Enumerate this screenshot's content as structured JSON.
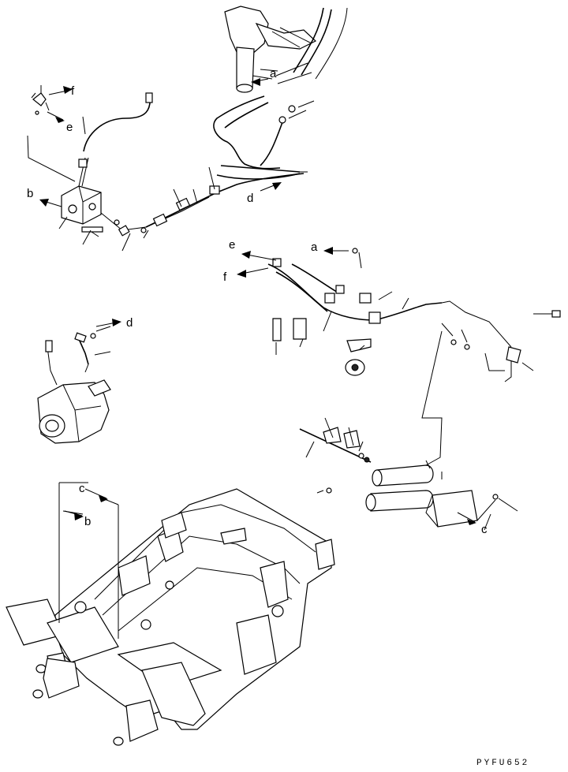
{
  "refs": {
    "a": "a",
    "b": "b",
    "c": "c",
    "d": "d",
    "e": "e",
    "f": "f"
  },
  "figure_code": "PYFU652"
}
